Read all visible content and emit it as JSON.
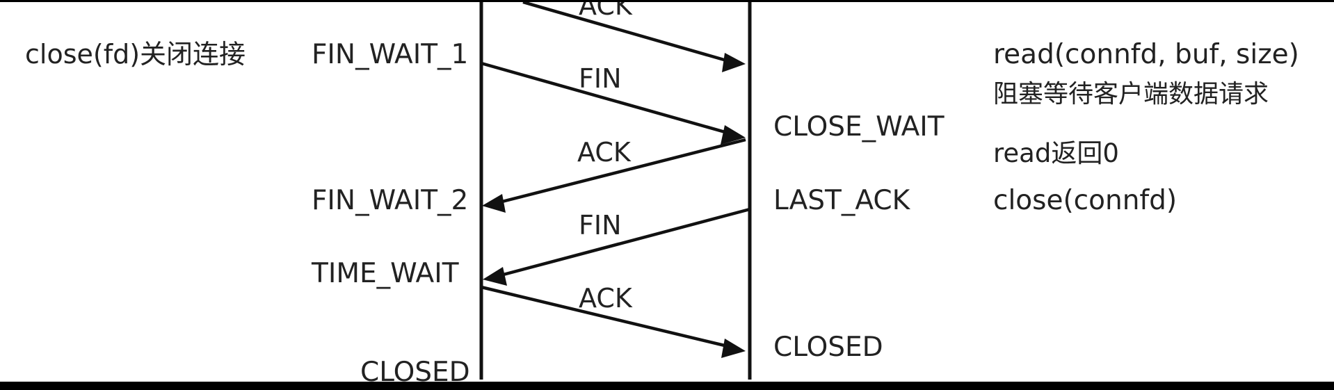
{
  "client_note": "close(fd)关闭连接",
  "client_states": {
    "fin_wait_1": "FIN_WAIT_1",
    "fin_wait_2": "FIN_WAIT_2",
    "time_wait": "TIME_WAIT",
    "closed": "CLOSED"
  },
  "server_states": {
    "close_wait": "CLOSE_WAIT",
    "last_ack": "LAST_ACK",
    "closed": "CLOSED"
  },
  "server_notes": {
    "read_call": "read(connfd, buf, size)",
    "block_wait": "阻塞等待客户端数据请求",
    "read_return": "read返回0",
    "close_call": "close(connfd)"
  },
  "messages": [
    "ACK",
    "FIN",
    "ACK",
    "FIN",
    "ACK"
  ],
  "colors": {
    "ink": "#222222",
    "background": "#ffffff",
    "frame": "#000000"
  }
}
